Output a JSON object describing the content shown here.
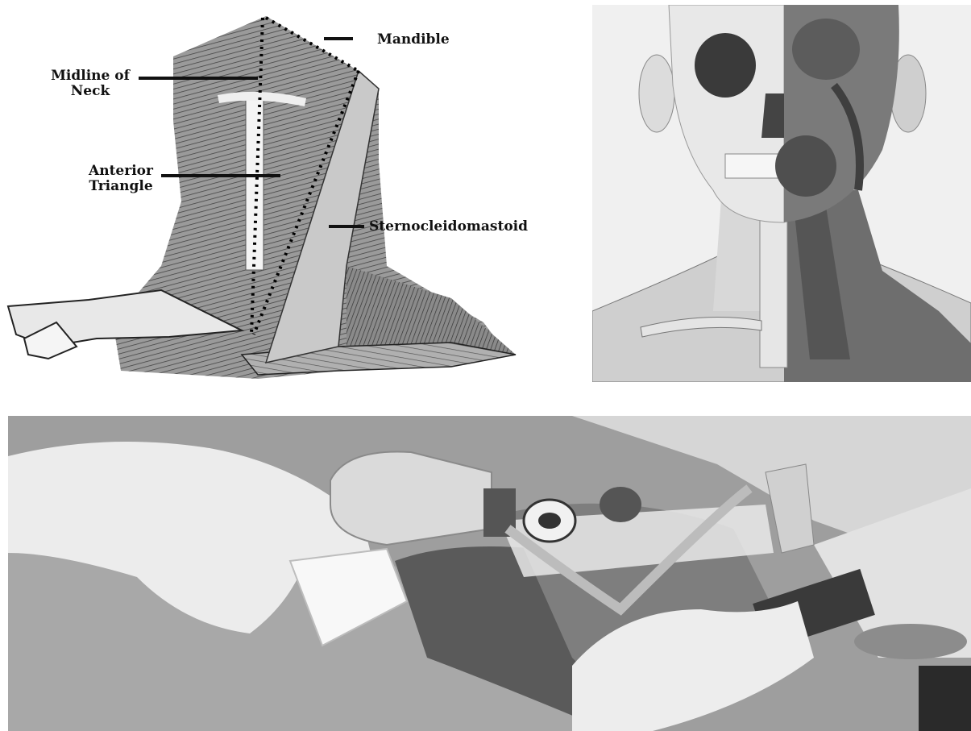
{
  "figure": {
    "panel_a": {
      "labels": {
        "mandible": "Mandible",
        "midline_line1": "Midline of",
        "midline_line2": "Neck",
        "anterior_line1": "Anterior",
        "anterior_line2": "Triangle",
        "scm": "Sternocleidomastoid"
      }
    }
  }
}
